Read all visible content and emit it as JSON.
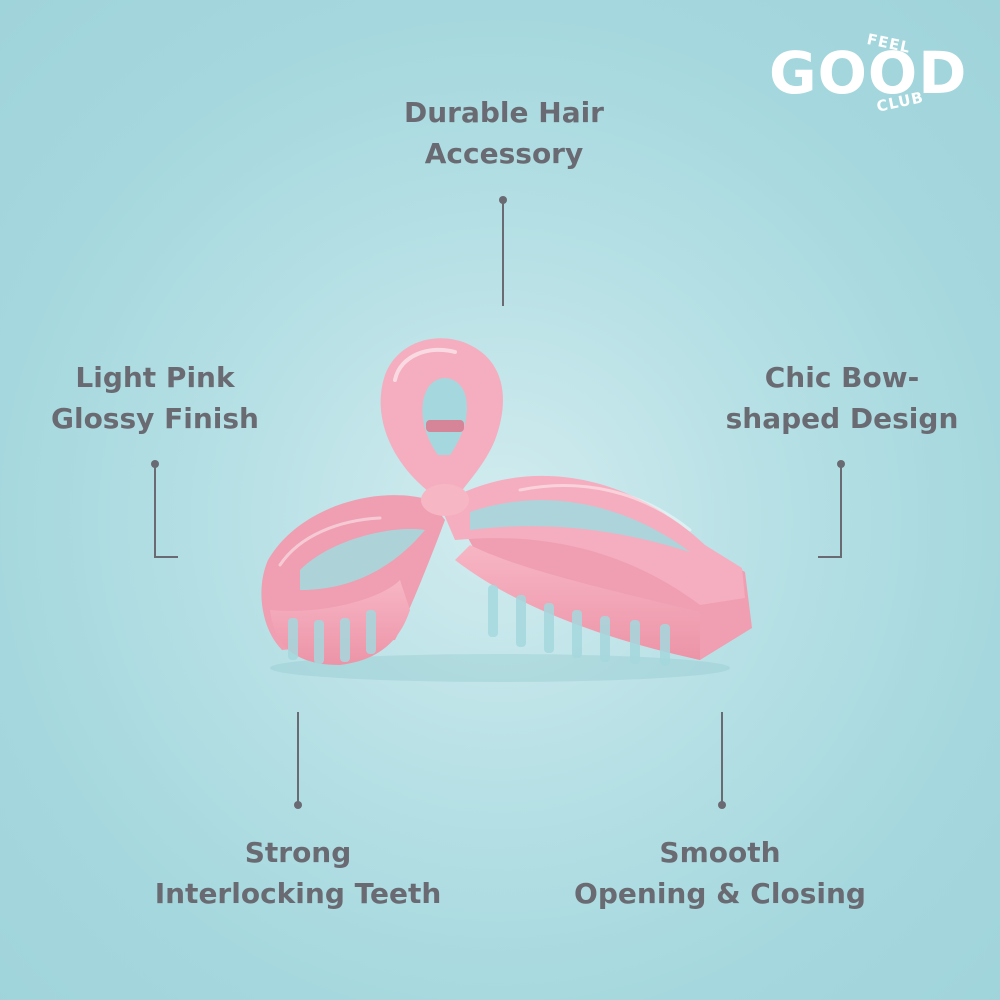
{
  "brand": {
    "feel": "FEEL",
    "good": "GOOD",
    "club": "CLUB"
  },
  "features": {
    "durable": {
      "line1": "Durable Hair",
      "line2": "Accessory"
    },
    "light_pink": {
      "line1": "Light Pink",
      "line2": "Glossy Finish"
    },
    "chic_bow": {
      "line1": "Chic Bow-",
      "line2": "shaped Design"
    },
    "strong_teeth": {
      "line1": "Strong",
      "line2": "Interlocking Teeth"
    },
    "smooth": {
      "line1": "Smooth",
      "line2": "Opening & Closing"
    }
  },
  "colors": {
    "background": "#a5d8de",
    "text": "#6a6b72",
    "clip_pink": "#f2a4b6",
    "logo": "#ffffff"
  }
}
